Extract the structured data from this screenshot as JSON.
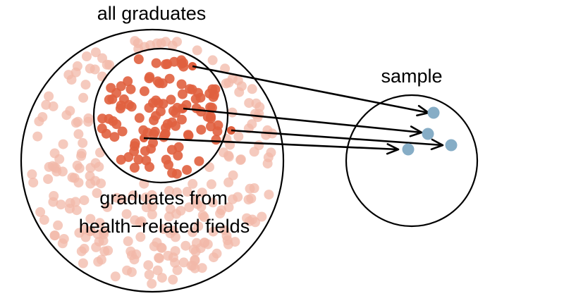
{
  "labels": {
    "population": "all graduates",
    "subgroup_line1": "graduates from",
    "subgroup_line2": "health−related fields",
    "sample": "sample"
  },
  "colors": {
    "population_dot": "#f2b8a8",
    "subgroup_dot": "#e0603f",
    "sample_dot": "#86adc6",
    "outline": "#000000"
  },
  "icons": {
    "arrow": "arrow-right-icon"
  },
  "sample_size": 4
}
